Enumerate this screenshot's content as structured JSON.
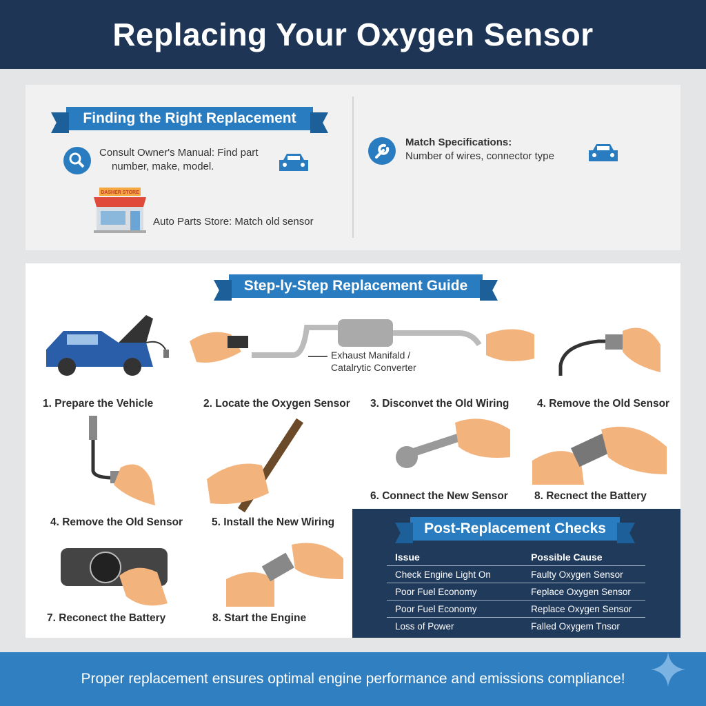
{
  "header": {
    "title": "Replacing Your Oxygen Sensor"
  },
  "finding": {
    "title": "Finding the Right Replacement",
    "manual_text_1": "Consult Owner's Manual: Find part",
    "manual_text_2": "number, make, model.",
    "store_sign": "DASHER STORE",
    "store_text": "Auto Parts Store: Match old sensor",
    "spec_title": "Match Specifications:",
    "spec_text": "Number of wires, connector type",
    "icons": [
      "search-icon",
      "car-icon",
      "store-icon",
      "wrench-icon",
      "car-icon"
    ]
  },
  "guide": {
    "title": "Step-ly-Step Replacement Guide",
    "exhaust_label_1": "Exhaust Manifald /",
    "exhaust_label_2": "Catalrytic Converter",
    "steps": [
      "1. Prepare the Vehicle",
      "2. Locate the Oxygen Sensor",
      "3. Disconvet the Old Wiring",
      "4. Remove the Old Sensor",
      "6. Connect the New Sensor",
      "8. Recnect the Battery",
      "4. Remove the Old Sensor",
      "5. Install the New Wiring",
      "7. Reconect the Battery",
      "8. Start the Engine"
    ]
  },
  "checks": {
    "title": "Post-Replacement Checks",
    "columns": [
      "Issue",
      "Possible Cause"
    ],
    "rows": [
      [
        "Check Engine Light On",
        "Faulty Oxygen Sensor"
      ],
      [
        "Poor Fuel Economy",
        "Feplace Oxygen Sensor"
      ],
      [
        "Poor Fuel Economy",
        "Replace Oxygen Sensor"
      ],
      [
        "Loss of Power",
        "Falled Oxygem Tnsor"
      ]
    ]
  },
  "footer": {
    "text": "Proper replacement ensures optimal engine performance and emissions compliance!"
  },
  "colors": {
    "navy": "#1f3556",
    "blue": "#2a7cc0",
    "footer": "#2f7fc1",
    "skin": "#f2b37c"
  }
}
